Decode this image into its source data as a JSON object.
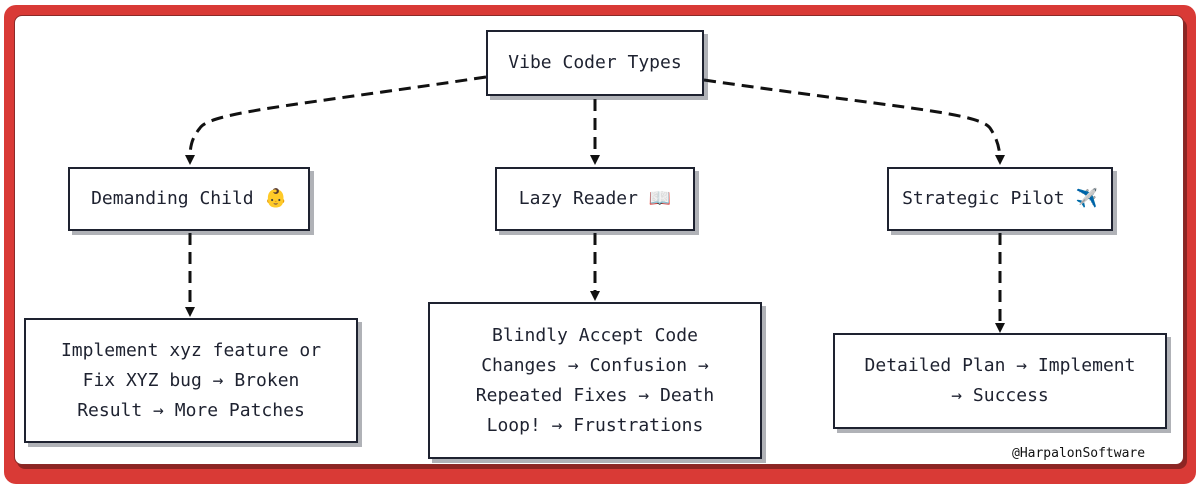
{
  "diagram": {
    "root": {
      "label": "Vibe Coder Types"
    },
    "types": [
      {
        "label": "Demanding Child 👶",
        "outcome": "Implement xyz feature or\nFix XYZ bug → Broken\nResult → More Patches"
      },
      {
        "label": "Lazy Reader 📖",
        "outcome": "Blindly Accept Code\nChanges → Confusion →\nRepeated Fixes → Death\nLoop! → Frustrations"
      },
      {
        "label": "Strategic Pilot ✈️",
        "outcome": "Detailed Plan → Implement\n→ Success"
      }
    ]
  },
  "watermark": "@HarpalonSoftware",
  "colors": {
    "frame": "#d93a36",
    "border": "#1e2230",
    "background": "#ffffff"
  }
}
